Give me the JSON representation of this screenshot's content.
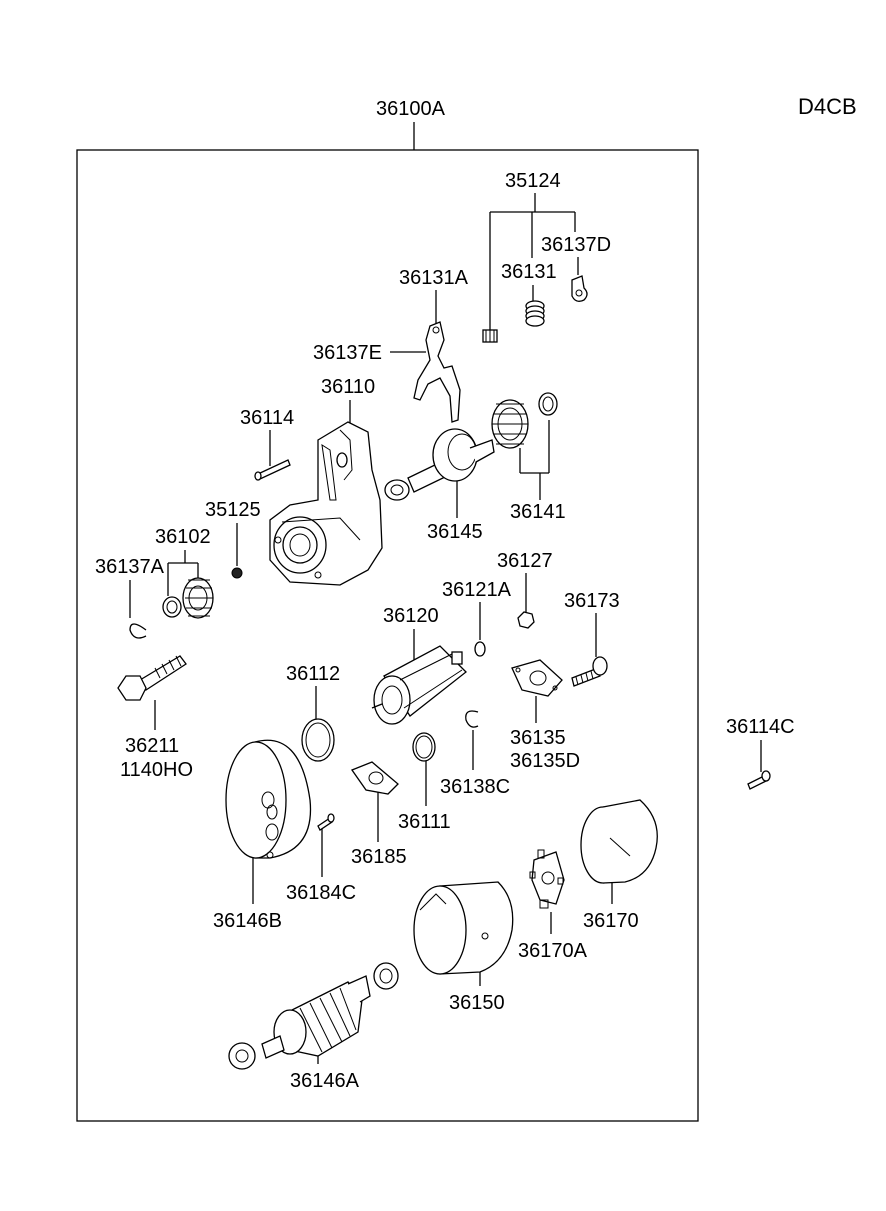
{
  "engine_code": "D4CB",
  "assembly_label": "36100A",
  "labels": {
    "p35124": "35124",
    "p36137D": "36137D",
    "p36131": "36131",
    "p36131A": "36131A",
    "p36137E": "36137E",
    "p36110": "36110",
    "p36114": "36114",
    "p35125": "35125",
    "p36102": "36102",
    "p36137A": "36137A",
    "p36145": "36145",
    "p36141": "36141",
    "p36127": "36127",
    "p36121A": "36121A",
    "p36173": "36173",
    "p36120": "36120",
    "p36112": "36112",
    "p36211": "36211",
    "p1140HO": "1140HO",
    "p36135": "36135",
    "p36135D": "36135D",
    "p36114C": "36114C",
    "p36138C": "36138C",
    "p36111": "36111",
    "p36185": "36185",
    "p36184C": "36184C",
    "p36146B": "36146B",
    "p36170": "36170",
    "p36170A": "36170A",
    "p36150": "36150",
    "p36146A": "36146A"
  }
}
